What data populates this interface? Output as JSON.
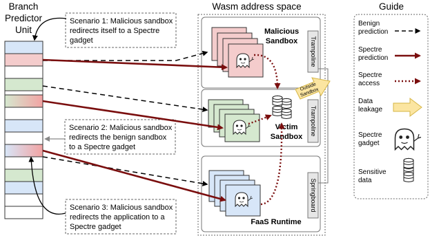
{
  "left_title": [
    "Branch",
    "Predictor",
    "Unit"
  ],
  "center_title": "Wasm address space",
  "guide_title": "Guide",
  "scenarios": [
    {
      "lines": [
        "Scenario 1: Malicious sandbox",
        "redirects itself to a Spectre",
        "gadget"
      ]
    },
    {
      "lines": [
        "Scenario 2: Malicious sandbox",
        "redirects the benign sandbox",
        "to a Spectre gadget"
      ]
    },
    {
      "lines": [
        "Scenario 3: Malicious sandbox",
        "redirects the application to a",
        "Spectre gadget"
      ]
    }
  ],
  "regions": {
    "malicious": [
      "Malicious",
      "Sandbox"
    ],
    "victim": [
      "Victim",
      "Sandbox"
    ],
    "faas": "FaaS Runtime"
  },
  "side_labels": {
    "trampoline_top": "Trampoline",
    "trampoline_mid": "Trampoline",
    "springboard": "Springboard"
  },
  "outside_sandbox": [
    "Outside",
    "Sandbox"
  ],
  "guide": [
    {
      "label": [
        "Benign",
        "prediction"
      ],
      "icon": "dashed-arrow-icon"
    },
    {
      "label": [
        "Spectre",
        "prediction"
      ],
      "icon": "solid-dark-red-arrow-icon"
    },
    {
      "label": [
        "Spectre",
        "access"
      ],
      "icon": "dotted-arrow-icon"
    },
    {
      "label": [
        "Data",
        "leakage"
      ],
      "icon": "hollow-yellow-arrow-icon"
    },
    {
      "label": [
        "Spectre",
        "gadget"
      ],
      "icon": "ghost-icon"
    },
    {
      "label": [
        "Sensitive",
        "data"
      ],
      "icon": "database-icon"
    }
  ],
  "colors": {
    "spectre_red": "#7a0e0e",
    "blue_fill": "#d7e6f8",
    "red_fill": "#f4cccc",
    "green_fill": "#d5e8cf",
    "yellow_arrow": "#fbe5a1",
    "yellow_stroke": "#d6b544"
  }
}
